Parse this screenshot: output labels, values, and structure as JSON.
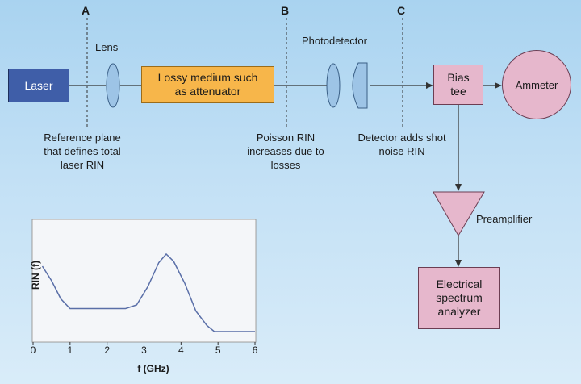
{
  "points": {
    "a": "A",
    "b": "B",
    "c": "C"
  },
  "components": {
    "laser": "Laser",
    "lens": "Lens",
    "lossy": "Lossy medium such as attenuator",
    "photodetector": "Photodetector",
    "bias_tee": "Bias tee",
    "ammeter": "Ammeter",
    "preamplifier": "Preamplifier",
    "esa": "Electrical spectrum analyzer"
  },
  "notes": {
    "a": "Reference plane that defines total laser RIN",
    "b": "Poisson RIN increases due to losses",
    "c": "Detector adds shot noise RIN"
  },
  "colors": {
    "background": "#bfe0f5",
    "laser": "#3f5ea8",
    "lossy": "#f7b64a",
    "instrument": "#e6b7cc",
    "optic": "#9dc4e6"
  },
  "chart_data": {
    "type": "line",
    "ylabel": "RIN (f)",
    "xlabel": "f (GHz)",
    "xlim": [
      0,
      6
    ],
    "xticks": [
      "0",
      "1",
      "2",
      "3",
      "4",
      "5",
      "6"
    ],
    "x": [
      0.25,
      0.5,
      0.75,
      1.0,
      1.5,
      2.0,
      2.5,
      2.8,
      3.1,
      3.4,
      3.6,
      3.8,
      4.1,
      4.4,
      4.7,
      4.9,
      5.2,
      5.6,
      6.0
    ],
    "y": [
      0.62,
      0.5,
      0.35,
      0.27,
      0.27,
      0.27,
      0.27,
      0.3,
      0.45,
      0.65,
      0.72,
      0.66,
      0.48,
      0.25,
      0.13,
      0.08,
      0.08,
      0.08,
      0.08
    ],
    "grid": false
  }
}
